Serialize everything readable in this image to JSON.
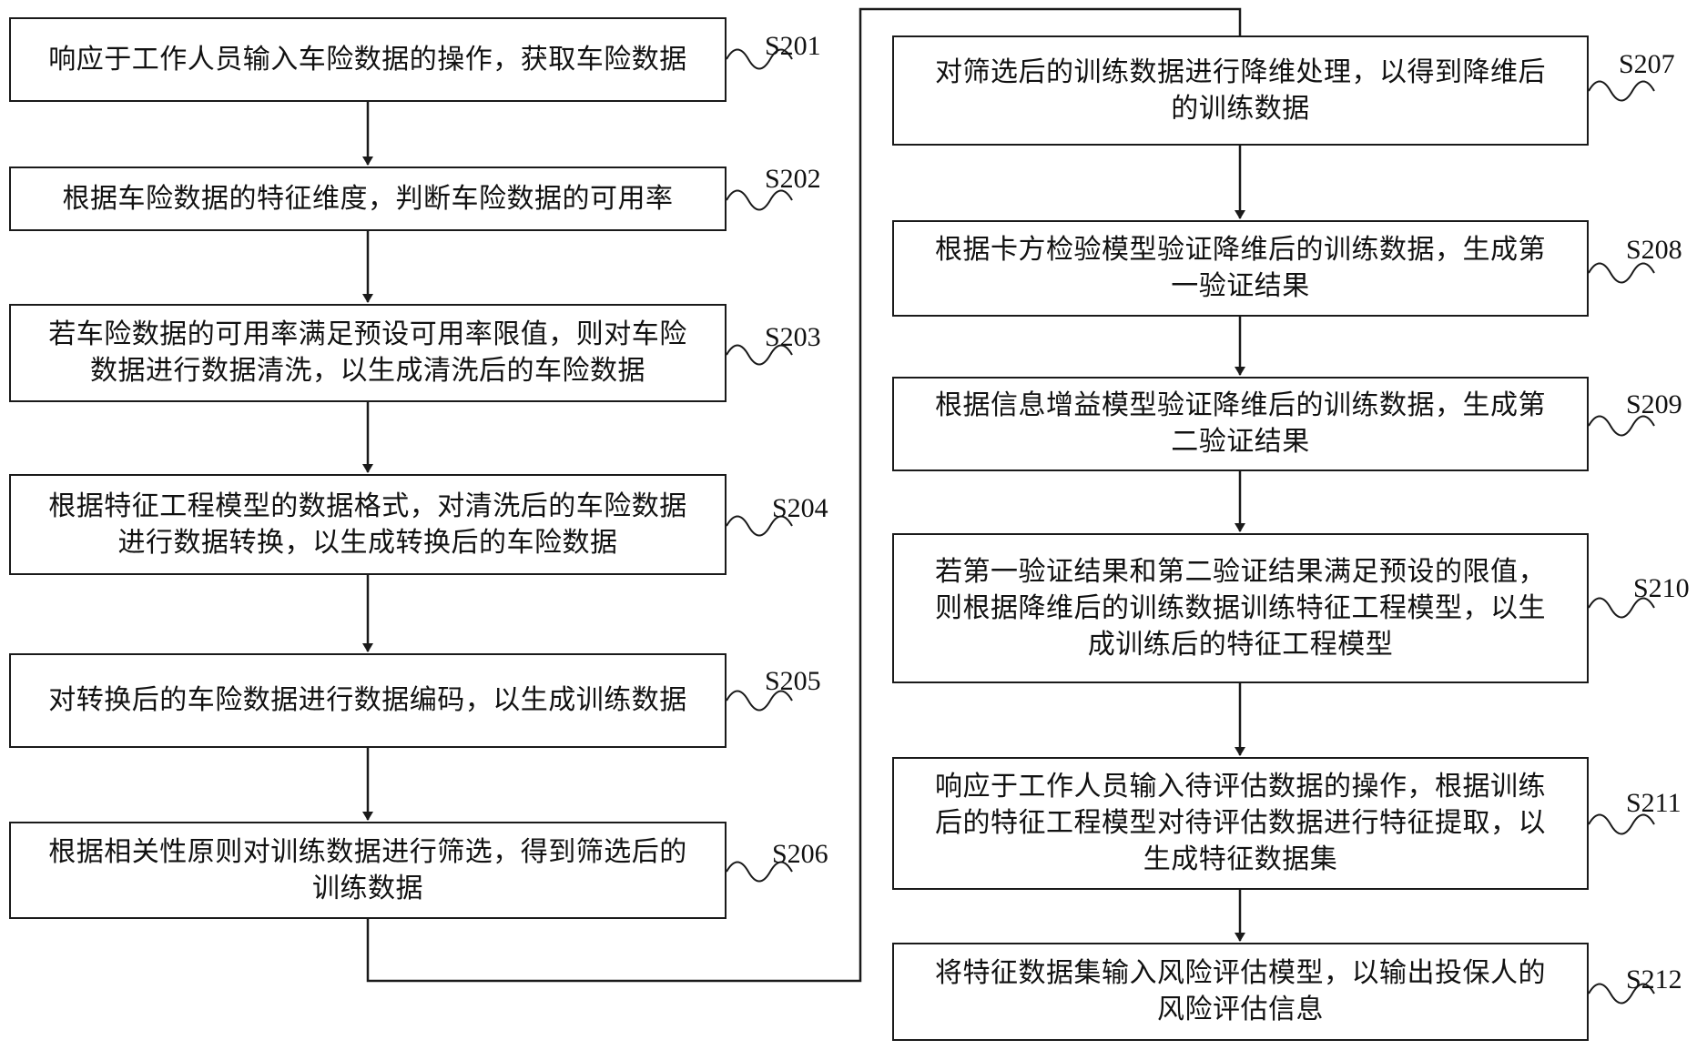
{
  "steps": [
    {
      "id": "S201",
      "text": "响应于工作人员输入车险数据的操作，获取车险数据"
    },
    {
      "id": "S202",
      "text": "根据车险数据的特征维度，判断车险数据的可用率"
    },
    {
      "id": "S203",
      "text": "若车险数据的可用率满足预设可用率限值，则对车险\n数据进行数据清洗，以生成清洗后的车险数据"
    },
    {
      "id": "S204",
      "text": "根据特征工程模型的数据格式，对清洗后的车险数据\n进行数据转换，以生成转换后的车险数据"
    },
    {
      "id": "S205",
      "text": "对转换后的车险数据进行数据编码，以生成训练数据"
    },
    {
      "id": "S206",
      "text": "根据相关性原则对训练数据进行筛选，得到筛选后的\n训练数据"
    },
    {
      "id": "S207",
      "text": "对筛选后的训练数据进行降维处理，以得到降维后\n的训练数据"
    },
    {
      "id": "S208",
      "text": "根据卡方检验模型验证降维后的训练数据，生成第\n一验证结果"
    },
    {
      "id": "S209",
      "text": "根据信息增益模型验证降维后的训练数据，生成第\n二验证结果"
    },
    {
      "id": "S210",
      "text": "若第一验证结果和第二验证结果满足预设的限值，\n则根据降维后的训练数据训练特征工程模型，以生\n成训练后的特征工程模型"
    },
    {
      "id": "S211",
      "text": "响应于工作人员输入待评估数据的操作，根据训练\n后的特征工程模型对待评估数据进行特征提取，以\n生成特征数据集"
    },
    {
      "id": "S212",
      "text": "将特征数据集输入风险评估模型，以输出投保人的\n风险评估信息"
    }
  ]
}
